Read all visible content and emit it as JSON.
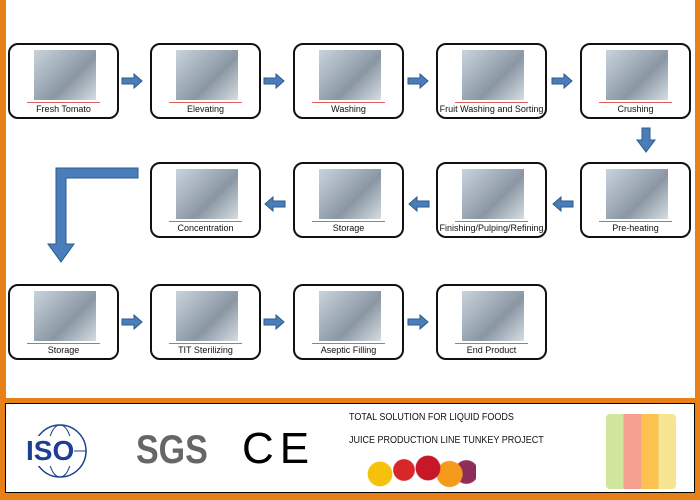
{
  "steps": [
    {
      "label": "Fresh Tomato"
    },
    {
      "label": "Elevating"
    },
    {
      "label": "Washing"
    },
    {
      "label": "Fruit Washing and Sorting"
    },
    {
      "label": "Crushing"
    },
    {
      "label": "Pre-heating"
    },
    {
      "label": "Finishing/Pulping/Refining"
    },
    {
      "label": "Storage"
    },
    {
      "label": "Concentration"
    },
    {
      "label": "Storage"
    },
    {
      "label": "TIT Sterilizing"
    },
    {
      "label": "Aseptic Filling"
    },
    {
      "label": "End Product"
    }
  ],
  "footer": {
    "iso": "ISO",
    "sgs": "SGS",
    "ce": "CE",
    "line1": "TOTAL SOLUTION FOR LIQUID FOODS",
    "line2": "JUICE PRODUCTION LINE TUNKEY PROJECT"
  },
  "colors": {
    "border": "#e8801a",
    "arrow": "#4a7ebb"
  }
}
